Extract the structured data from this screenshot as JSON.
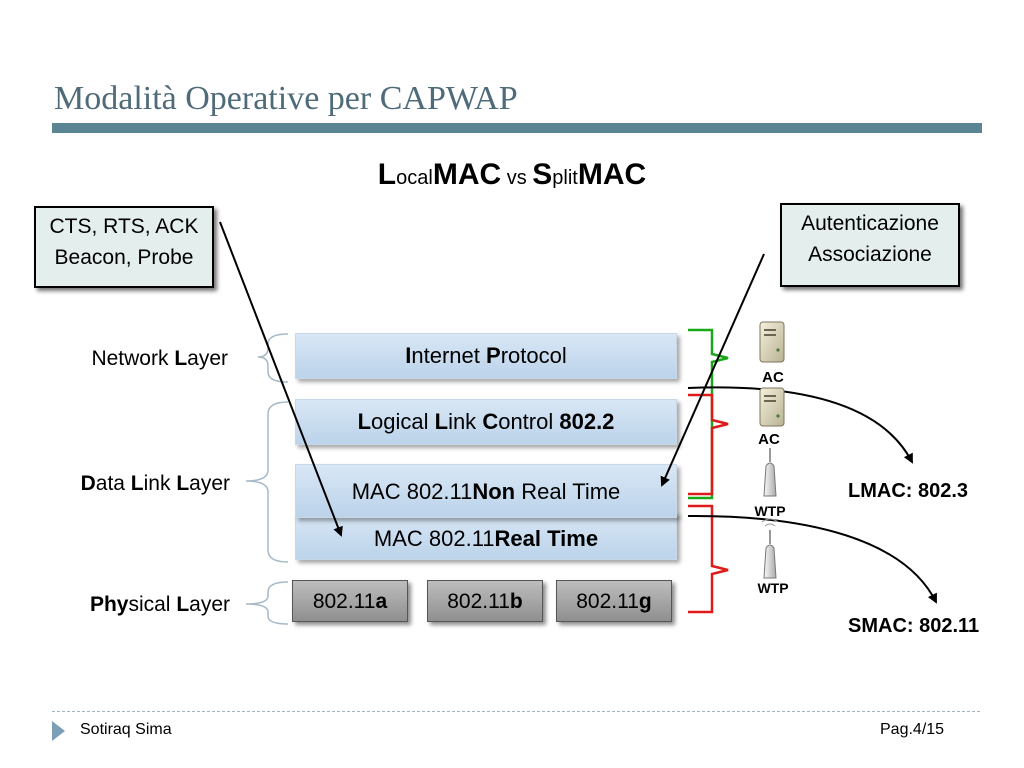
{
  "title": "Modalità Operative per CAPWAP",
  "subtitle": {
    "local_initial": "L",
    "local_rest": "ocal",
    "local_mac": "MAC",
    "vs": " vs ",
    "split_initial": "S",
    "split_rest": "plit",
    "split_mac": "MAC"
  },
  "callouts": {
    "left": [
      "CTS, RTS, ACK",
      "Beacon, Probe"
    ],
    "right": [
      "Autenticazione",
      "Associazione"
    ]
  },
  "layers": {
    "network": {
      "b1": "",
      "r1": "Network ",
      "b2": "L",
      "r2": "ayer"
    },
    "datalink": {
      "b1": "D",
      "r1": "ata ",
      "b2": "L",
      "r2": "ink ",
      "b3": "L",
      "r3": "ayer"
    },
    "physical": {
      "b1": "Phy",
      "r1": "sical ",
      "b2": "L",
      "r2": "ayer"
    }
  },
  "boxes": {
    "ip": {
      "b1": "I",
      "r1": "nternet ",
      "b2": "P",
      "r2": "rotocol"
    },
    "llc": {
      "b1": "L",
      "r1": "ogical ",
      "b2": "L",
      "r2": "ink ",
      "b3": "C",
      "r3": "ontrol ",
      "b4": "802.2"
    },
    "mac_nrt": {
      "r1": "MAC 802.11",
      "b1": "Non",
      "r2": " Real Time"
    },
    "mac_rt": {
      "r1": "MAC 802.11",
      "b1": "Real Time"
    },
    "phy": [
      {
        "r": "802.11",
        "b": "a"
      },
      {
        "r": "802.11",
        "b": "b"
      },
      {
        "r": "802.11",
        "b": "g"
      }
    ]
  },
  "devices": {
    "ac1": "AC",
    "ac2": "AC",
    "wtp1": "WTP",
    "wtp2": "WTP"
  },
  "modes": {
    "lmac": "LMAC: 802.3",
    "smac": "SMAC: 802.11"
  },
  "footer": {
    "author": "Sotiraq Sima",
    "page": "Pag.4/15"
  },
  "colors": {
    "title": "#4f6b7a",
    "title_bar": "#5a8592",
    "lmac_bracket": "#1aa81a",
    "smac_bracket": "#e01a1a"
  }
}
